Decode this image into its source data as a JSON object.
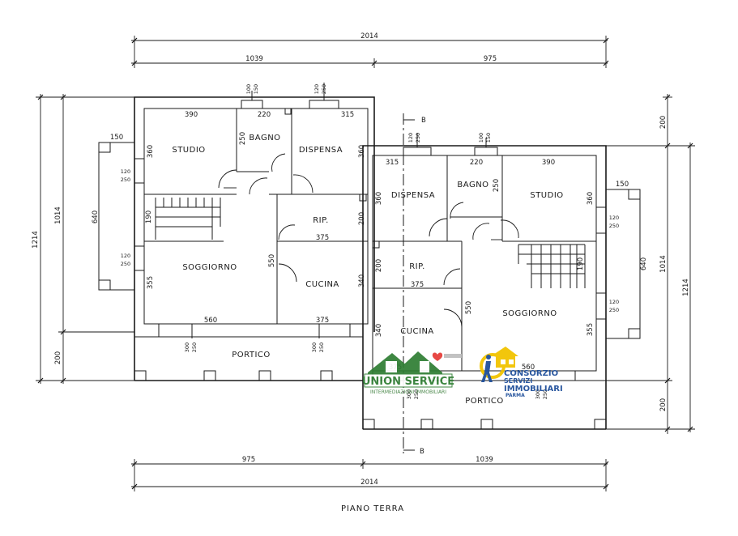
{
  "title": "PIANO TERRA",
  "dims": {
    "top_total": "2014",
    "top_left": "1039",
    "top_right": "975",
    "bottom_left": "975",
    "bottom_right": "1039",
    "bottom_total": "2014",
    "left_outer": "1214",
    "left_inner": "1014",
    "left_porch": "200",
    "left_wing": "640",
    "right_top": "200",
    "right_inner": "1014",
    "right_outer": "1214",
    "right_wing": "640",
    "right_bottom": "200"
  },
  "left_unit": {
    "rooms": {
      "studio": "STUDIO",
      "bagno": "BAGNO",
      "dispensa": "DISPENSA",
      "rip": "RIP.",
      "soggiorno": "SOGGIORNO",
      "cucina": "CUCINA",
      "portico": "PORTICO"
    },
    "values": {
      "studio_w": "390",
      "studio_h": "360",
      "bagno_w": "220",
      "bagno_h": "250",
      "dispensa_w": "315",
      "dispensa_h": "360",
      "rip_w": "375",
      "rip_h": "200",
      "sogg_w": "560",
      "sogg_h": "355",
      "cucina_w": "375",
      "cucina_h": "340",
      "wall_550": "550",
      "stair_190": "190",
      "wing_150": "150",
      "win_120a": "120",
      "win_250a": "250",
      "win_120b": "120",
      "win_250b": "250",
      "top_win1a": "100",
      "top_win1b": "150",
      "top_win2a": "120",
      "top_win2b": "250",
      "port_300a": "300",
      "port_250a": "250",
      "port_300b": "300",
      "port_250b": "250"
    }
  },
  "right_unit": {
    "rooms": {
      "dispensa": "DISPENSA",
      "bagno": "BAGNO",
      "studio": "STUDIO",
      "rip": "RIP.",
      "cucina": "CUCINA",
      "soggiorno": "SOGGIORNO",
      "portico": "PORTICO"
    },
    "values": {
      "dispensa_w": "315",
      "dispensa_h": "360",
      "bagno_w": "220",
      "bagno_h": "250",
      "studio_w": "390",
      "studio_h": "360",
      "rip_w": "375",
      "rip_h": "200",
      "cucina_w": "375",
      "cucina_h": "340",
      "wall_550": "550",
      "sogg_w": "560",
      "sogg_h": "355",
      "stair_190": "190",
      "wing_150": "150",
      "win_120a": "120",
      "win_250a": "250",
      "win_120b": "120",
      "win_250b": "250",
      "top_win1a": "120",
      "top_win1b": "250",
      "top_win2a": "100",
      "top_win2b": "150",
      "port_300a": "300",
      "port_250a": "250",
      "port_300b": "300",
      "port_250b": "250"
    }
  },
  "section": {
    "top": "B",
    "bottom": "B"
  },
  "logos": {
    "union_name": "UNION SERVICE",
    "union_tagline": "INTERMEDIAZIONI IMMOBILIARI",
    "consorzio_line1": "CONSORZIO",
    "consorzio_line2": "SERVIZI",
    "consorzio_line3": "IMMOBILIARI",
    "consorzio_line4": "PARMA"
  },
  "colors": {
    "line": "#1a1a1a",
    "union_green": "#2e7d32",
    "consorzio_blue": "#1f4f9a",
    "consorzio_yellow": "#f2c400"
  }
}
